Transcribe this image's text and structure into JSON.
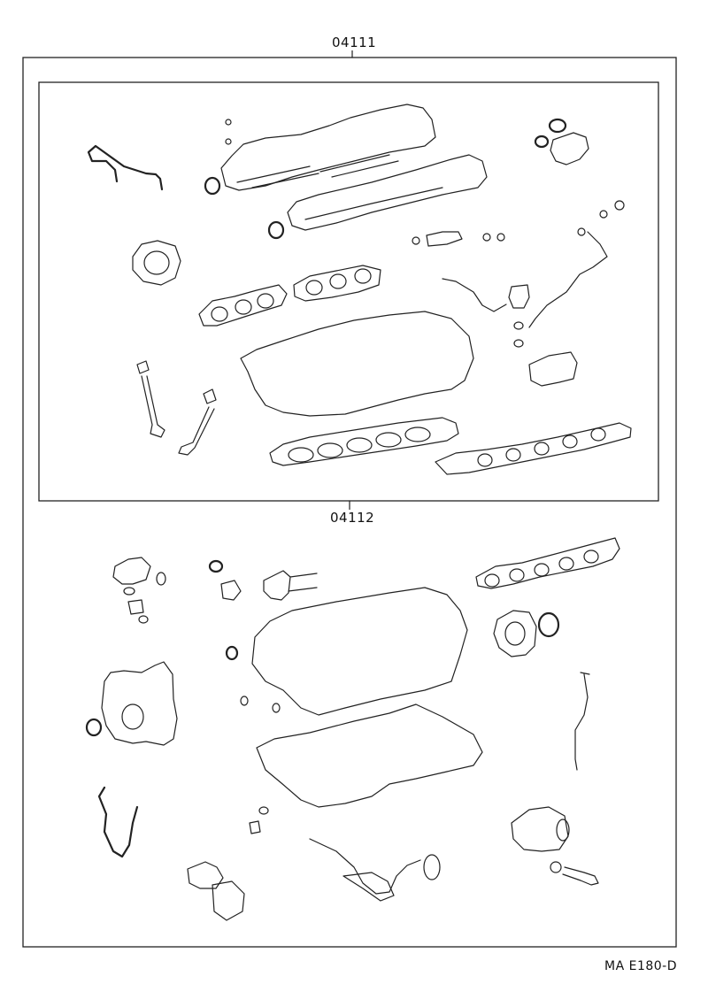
{
  "labels": {
    "outer_part_number": "04111",
    "inner_part_number": "04112",
    "diagram_code": "MA E180-D"
  }
}
